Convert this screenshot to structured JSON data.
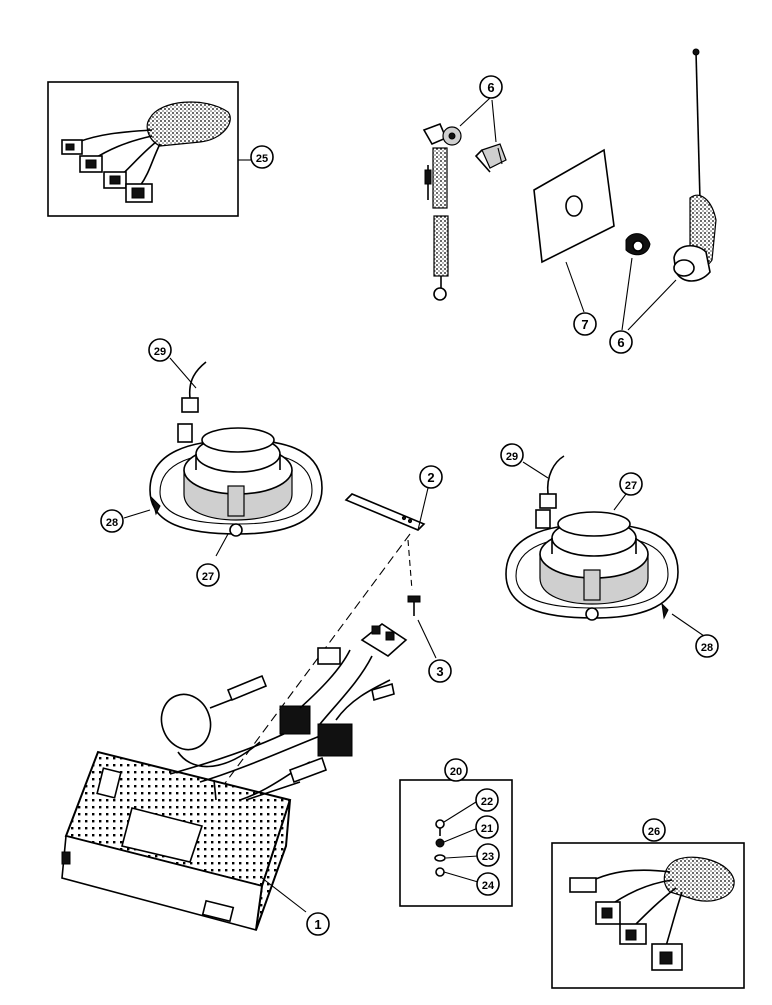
{
  "callouts": {
    "c1": "1",
    "c2": "2",
    "c3": "3",
    "c6a": "6",
    "c6b": "6",
    "c7": "7",
    "c20": "20",
    "c21": "21",
    "c22": "22",
    "c23": "23",
    "c24": "24",
    "c25": "25",
    "c26": "26",
    "c27a": "27",
    "c27b": "27",
    "c28a": "28",
    "c28b": "28",
    "c29a": "29",
    "c29b": "29"
  }
}
